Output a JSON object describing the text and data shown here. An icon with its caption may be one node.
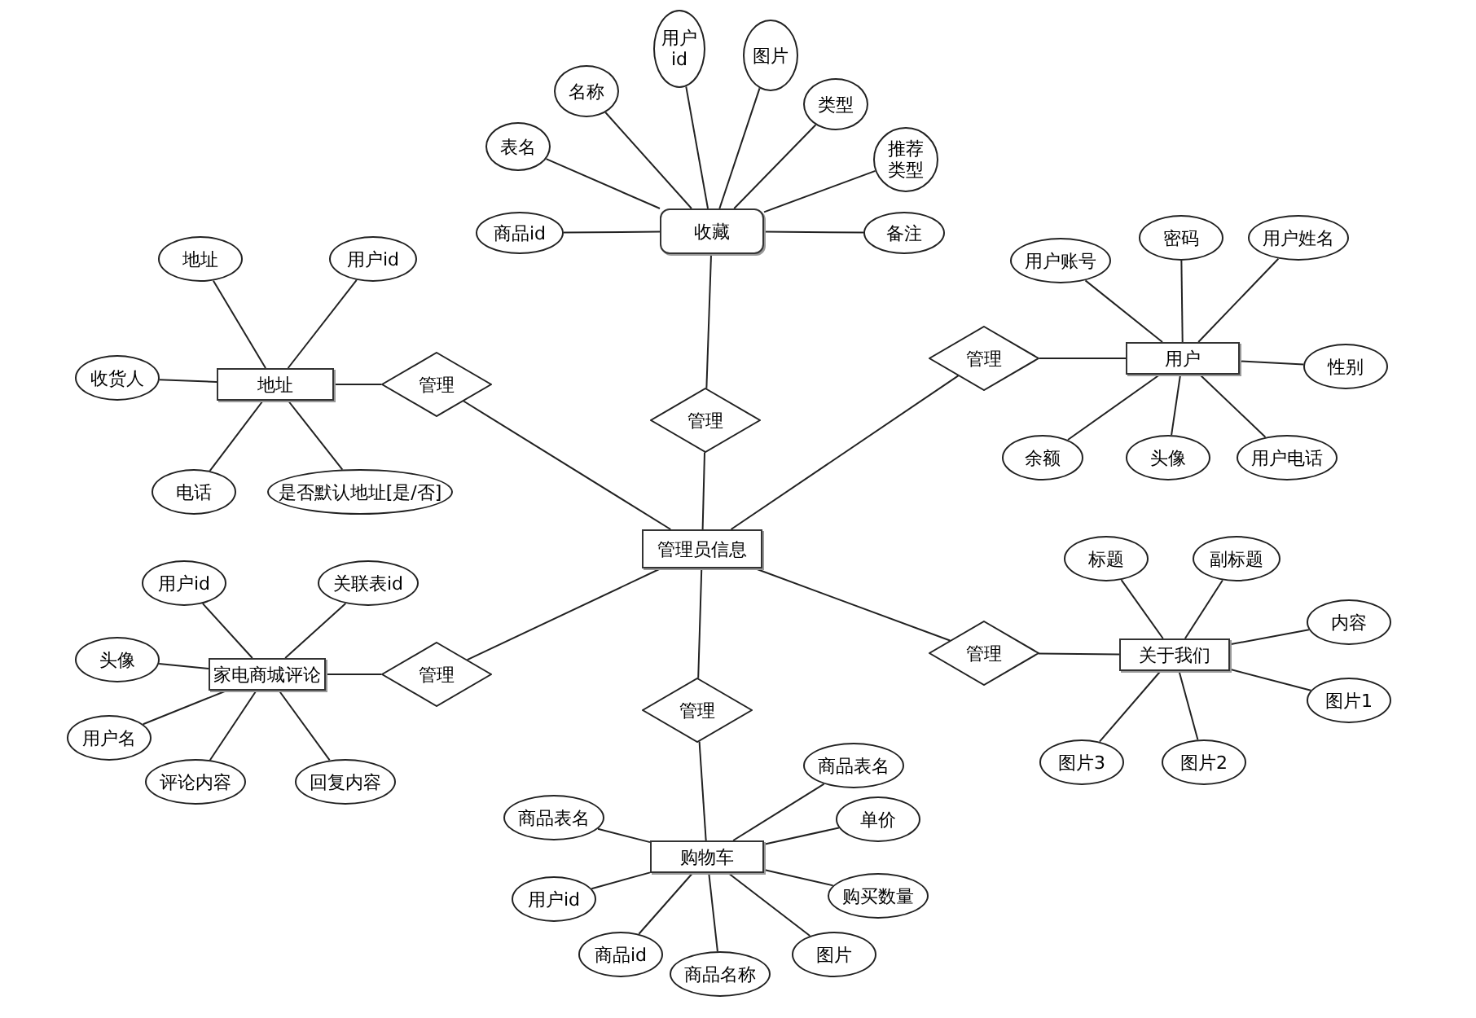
{
  "diagram": {
    "nodes": [
      {
        "text": [
          "收藏"
        ]
      },
      {
        "text": [
          "表名"
        ]
      },
      {
        "text": [
          "名称"
        ]
      },
      {
        "text": [
          "用户id"
        ]
      },
      {
        "text": [
          "图片"
        ]
      },
      {
        "text": [
          "类型"
        ]
      },
      {
        "text": [
          "推荐类型"
        ]
      },
      {
        "text": [
          "商品id"
        ]
      },
      {
        "text": [
          "备注"
        ]
      },
      {
        "text": [
          "管理"
        ]
      },
      {
        "text": [
          "管理员信息"
        ]
      },
      {
        "text": [
          "地址"
        ]
      },
      {
        "text": [
          "地址"
        ]
      },
      {
        "text": [
          "用户id"
        ]
      },
      {
        "text": [
          "收货人"
        ]
      },
      {
        "text": [
          "电话"
        ]
      },
      {
        "text": [
          "是否默认地址[是/否]"
        ]
      },
      {
        "text": [
          "管理"
        ]
      },
      {
        "text": [
          "用户"
        ]
      },
      {
        "text": [
          "用户账号"
        ]
      },
      {
        "text": [
          "密码"
        ]
      },
      {
        "text": [
          "用户姓名"
        ]
      },
      {
        "text": [
          "性别"
        ]
      },
      {
        "text": [
          "余额"
        ]
      },
      {
        "text": [
          "头像"
        ]
      },
      {
        "text": [
          "用户电话"
        ]
      },
      {
        "text": [
          "管理"
        ]
      },
      {
        "text": [
          "家电商城评论"
        ]
      },
      {
        "text": [
          "用户id"
        ]
      },
      {
        "text": [
          "关联表id"
        ]
      },
      {
        "text": [
          "头像"
        ]
      },
      {
        "text": [
          "用户名"
        ]
      },
      {
        "text": [
          "评论内容"
        ]
      },
      {
        "text": [
          "回复内容"
        ]
      },
      {
        "text": [
          "管理"
        ]
      },
      {
        "text": [
          "关于我们"
        ]
      },
      {
        "text": [
          "标题"
        ]
      },
      {
        "text": [
          "副标题"
        ]
      },
      {
        "text": [
          "内容"
        ]
      },
      {
        "text": [
          "图片1"
        ]
      },
      {
        "text": [
          "图片3"
        ]
      },
      {
        "text": [
          "图片2"
        ]
      },
      {
        "text": [
          "管理"
        ]
      },
      {
        "text": [
          "管理"
        ]
      },
      {
        "text": [
          "购物车"
        ]
      },
      {
        "text": [
          "商品表名"
        ]
      },
      {
        "text": [
          "商品表名"
        ]
      },
      {
        "text": [
          "单价"
        ]
      },
      {
        "text": [
          "用户id"
        ]
      },
      {
        "text": [
          "购买数量"
        ]
      },
      {
        "text": [
          "商品id"
        ]
      },
      {
        "text": [
          "图片"
        ]
      },
      {
        "text": [
          "商品名称"
        ]
      }
    ],
    "edges": [
      {
        "from": 0,
        "to": 1,
        "arrow": "none"
      },
      {
        "from": 0,
        "to": 2,
        "arrow": "none"
      },
      {
        "from": 0,
        "to": 3,
        "arrow": "none"
      },
      {
        "from": 0,
        "to": 4,
        "arrow": "none"
      },
      {
        "from": 0,
        "to": 5,
        "arrow": "none"
      },
      {
        "from": 0,
        "to": 6,
        "arrow": "none"
      },
      {
        "from": 0,
        "to": 7,
        "arrow": "none"
      },
      {
        "from": 0,
        "to": 8,
        "arrow": "none"
      },
      {
        "from": 9,
        "to": 0,
        "arrow": "none"
      },
      {
        "from": 9,
        "to": 10,
        "arrow": "none"
      },
      {
        "from": 11,
        "to": 12,
        "arrow": "none"
      },
      {
        "from": 11,
        "to": 13,
        "arrow": "none"
      },
      {
        "from": 11,
        "to": 14,
        "arrow": "none"
      },
      {
        "from": 11,
        "to": 15,
        "arrow": "none"
      },
      {
        "from": 11,
        "to": 16,
        "arrow": "none"
      },
      {
        "from": 17,
        "to": 11,
        "arrow": "none"
      },
      {
        "from": 17,
        "to": 10,
        "arrow": "none"
      },
      {
        "from": 18,
        "to": 19,
        "arrow": "none"
      },
      {
        "from": 18,
        "to": 20,
        "arrow": "none"
      },
      {
        "from": 18,
        "to": 21,
        "arrow": "none"
      },
      {
        "from": 18,
        "to": 22,
        "arrow": "none"
      },
      {
        "from": 18,
        "to": 23,
        "arrow": "none"
      },
      {
        "from": 18,
        "to": 24,
        "arrow": "none"
      },
      {
        "from": 18,
        "to": 25,
        "arrow": "none"
      },
      {
        "from": 26,
        "to": 18,
        "arrow": "none"
      },
      {
        "from": 26,
        "to": 10,
        "arrow": "none"
      },
      {
        "from": 27,
        "to": 28,
        "arrow": "none"
      },
      {
        "from": 27,
        "to": 29,
        "arrow": "none"
      },
      {
        "from": 27,
        "to": 30,
        "arrow": "none"
      },
      {
        "from": 27,
        "to": 31,
        "arrow": "none"
      },
      {
        "from": 27,
        "to": 32,
        "arrow": "none"
      },
      {
        "from": 27,
        "to": 33,
        "arrow": "none"
      },
      {
        "from": 34,
        "to": 27,
        "arrow": "none"
      },
      {
        "from": 34,
        "to": 10,
        "arrow": "none"
      },
      {
        "from": 35,
        "to": 36,
        "arrow": "none"
      },
      {
        "from": 35,
        "to": 37,
        "arrow": "none"
      },
      {
        "from": 35,
        "to": 38,
        "arrow": "none"
      },
      {
        "from": 35,
        "to": 39,
        "arrow": "none"
      },
      {
        "from": 35,
        "to": 40,
        "arrow": "none"
      },
      {
        "from": 35,
        "to": 41,
        "arrow": "none"
      },
      {
        "from": 42,
        "to": 35,
        "arrow": "none"
      },
      {
        "from": 42,
        "to": 10,
        "arrow": "none"
      },
      {
        "from": 43,
        "to": 10,
        "arrow": "none"
      },
      {
        "from": 43,
        "to": 44,
        "arrow": "none"
      },
      {
        "from": 44,
        "to": 45,
        "arrow": "none"
      },
      {
        "from": 44,
        "to": 46,
        "arrow": "none"
      },
      {
        "from": 44,
        "to": 47,
        "arrow": "none"
      },
      {
        "from": 44,
        "to": 48,
        "arrow": "none"
      },
      {
        "from": 44,
        "to": 49,
        "arrow": "none"
      },
      {
        "from": 44,
        "to": 50,
        "arrow": "none"
      },
      {
        "from": 44,
        "to": 51,
        "arrow": "none"
      },
      {
        "from": 44,
        "to": 52,
        "arrow": "none"
      }
    ]
  }
}
